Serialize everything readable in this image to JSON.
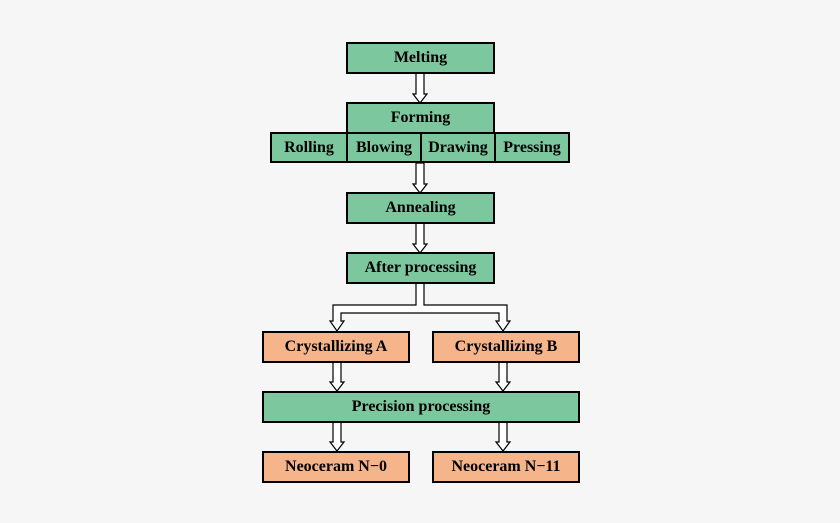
{
  "colors": {
    "process_fill": "#7dc79f",
    "product_fill": "#f6b48a",
    "border": "#000000",
    "arrow_fill": "#ffffff",
    "background": "#f6f6f6"
  },
  "steps": {
    "melting": "Melting",
    "forming": "Forming",
    "forming_methods": {
      "rolling": "Rolling",
      "blowing": "Blowing",
      "drawing": "Drawing",
      "pressing": "Pressing"
    },
    "annealing": "Annealing",
    "after_processing": "After processing",
    "crystallizing_a": "Crystallizing A",
    "crystallizing_b": "Crystallizing B",
    "precision_processing": "Precision processing",
    "neoceram_n0": "Neoceram N−0",
    "neoceram_n11": "Neoceram N−11"
  }
}
